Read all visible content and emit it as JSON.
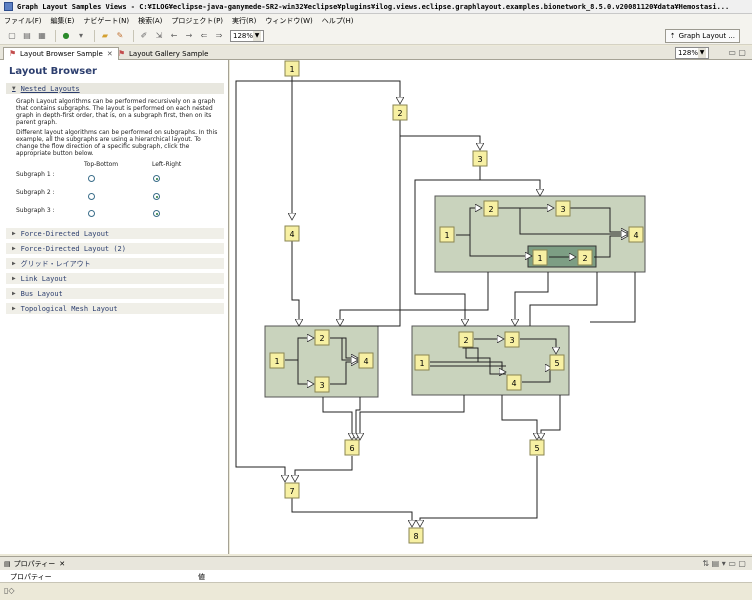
{
  "window": {
    "title": "Graph Layout Samples Views - C:¥ILOG¥eclipse-java-ganymede-SR2-win32¥eclipse¥plugins¥ilog.views.eclipse.graphlayout.examples.bionetwork_8.5.0.v20081120¥data¥Hemostasi..."
  },
  "menu": [
    "ファイル(F)",
    "編集(E)",
    "ナビゲート(N)",
    "検索(A)",
    "プロジェクト(P)",
    "実行(R)",
    "ウィンドウ(W)",
    "ヘルプ(H)"
  ],
  "toolbar": {
    "zoom": "128%",
    "perspective": "Graph Layout ..."
  },
  "tabs": {
    "active": "Layout Browser Sample",
    "other": "Layout Gallery Sample",
    "zoom": "128%"
  },
  "panel": {
    "title": "Layout Browser",
    "expanded_section": "Nested Layouts",
    "desc1": "Graph Layout algorithms can be performed recursively on a graph that contains subgraphs. The layout is performed on each nested graph in depth-first order, that is, on a subgraph first, then on its parent graph.",
    "desc2": "Different layout algorithms can be performed on subgraphs. In this example, all the subgraphs are using a hierarchical layout. To change the flow direction of a specific subgraph, click the appropriate button below.",
    "col_top_bottom": "Top-Bottom",
    "col_left_right": "Left-Right",
    "rows": [
      {
        "label": "Subgraph 1 :",
        "selected": "Left-Right"
      },
      {
        "label": "Subgraph 2 :",
        "selected": "Left-Right"
      },
      {
        "label": "Subgraph 3 :",
        "selected": "Left-Right"
      }
    ],
    "sections": [
      "Force-Directed Layout",
      "Force-Directed Layout (2)",
      "グリッド・レイアウト",
      "Link Layout",
      "Bus Layout",
      "Topological Mesh Layout"
    ]
  },
  "graph": {
    "nodes": [
      "1",
      "2",
      "3",
      "4",
      "5",
      "6",
      "7",
      "8"
    ],
    "subgraph1_nodes": [
      "1",
      "2",
      "3",
      "4"
    ],
    "subgraph1_inner": [
      "1",
      "2"
    ],
    "subgraph2_nodes": [
      "1",
      "2",
      "3",
      "4"
    ],
    "subgraph3_nodes": [
      "1",
      "2",
      "3",
      "4",
      "5"
    ]
  },
  "properties": {
    "tab": "プロパティー",
    "col1": "プロパティー",
    "col2": "値"
  },
  "colors": {
    "node_fill": "#f7f0a3",
    "node_border": "#8a8550",
    "subgraph_fill": "#c9d3bd",
    "inner_subgraph_fill": "#7d9e84"
  }
}
